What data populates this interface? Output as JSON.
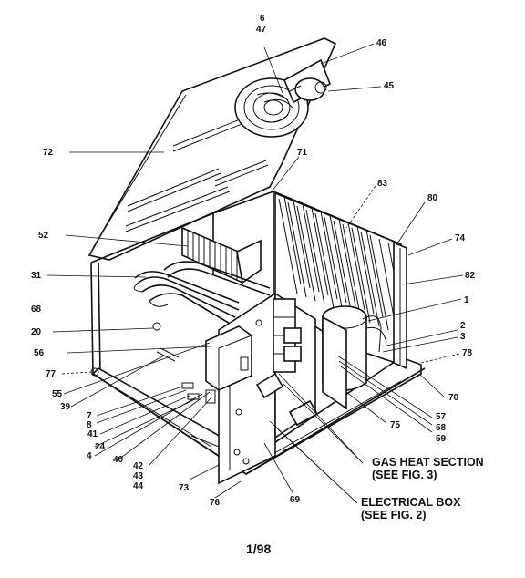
{
  "labels": {
    "l_6": "6",
    "l_47": "47",
    "l_46": "46",
    "l_45": "45",
    "l_72": "72",
    "l_71": "71",
    "l_83": "83",
    "l_80": "80",
    "l_74": "74",
    "l_52": "52",
    "l_82": "82",
    "l_31": "31",
    "l_1": "1",
    "l_68": "68",
    "l_20": "20",
    "l_2": "2",
    "l_3": "3",
    "l_56": "56",
    "l_78": "78",
    "l_77": "77",
    "l_55": "55",
    "l_70": "70",
    "l_39": "39",
    "l_7": "7",
    "l_8": "8",
    "l_41": "41",
    "l_24": "24",
    "l_4": "4",
    "l_40": "40",
    "l_42": "42",
    "l_43": "43",
    "l_44": "44",
    "l_57": "57",
    "l_58": "58",
    "l_59": "59",
    "l_75": "75",
    "l_73": "73",
    "l_76": "76",
    "l_69": "69"
  },
  "callouts": {
    "gas_heat_line1": "GAS HEAT SECTION",
    "gas_heat_line2": "(SEE FIG. 3)",
    "electrical_line1": "ELECTRICAL BOX",
    "electrical_line2": "(SEE FIG. 2)"
  },
  "footer": {
    "page_code": "1/98"
  }
}
